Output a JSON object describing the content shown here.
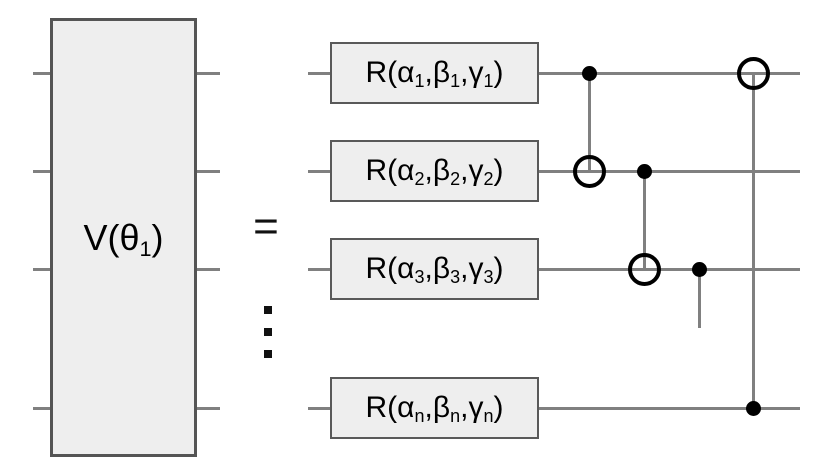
{
  "figure": {
    "equals_sign": "=",
    "left_block": {
      "label": {
        "pre": "V(θ",
        "sub": "1",
        "post": ")"
      },
      "wire_count_shown": 4
    },
    "vertical_ellipsis": {
      "dot_count": 3,
      "style": "square-dots"
    },
    "gates": [
      {
        "pre": "R(α",
        "s1": "1",
        "m1": ",β",
        "s2": "1",
        "m2": ",γ",
        "s3": "1",
        "post": ")"
      },
      {
        "pre": "R(α",
        "s1": "2",
        "m1": ",β",
        "s2": "2",
        "m2": ",γ",
        "s3": "2",
        "post": ")"
      },
      {
        "pre": "R(α",
        "s1": "3",
        "m1": ",β",
        "s2": "3",
        "m2": ",γ",
        "s3": "3",
        "post": ")"
      },
      {
        "pre": "R(α",
        "s1": "n",
        "m1": ",β",
        "s2": "n",
        "m2": ",γ",
        "s3": "n",
        "post": ")"
      }
    ],
    "cnot_connections": [
      {
        "control_wire": "1",
        "target_wire": "2"
      },
      {
        "control_wire": "2",
        "target_wire": "3"
      },
      {
        "control_wire": "3",
        "target_wire": "elided-wires-below"
      },
      {
        "control_wire": "n",
        "target_wire": "1"
      }
    ],
    "colors": {
      "background": "#ffffff",
      "wire": "#808080",
      "box_fill": "#eeeeee",
      "box_border": "#595959",
      "symbol": "#000000"
    }
  }
}
